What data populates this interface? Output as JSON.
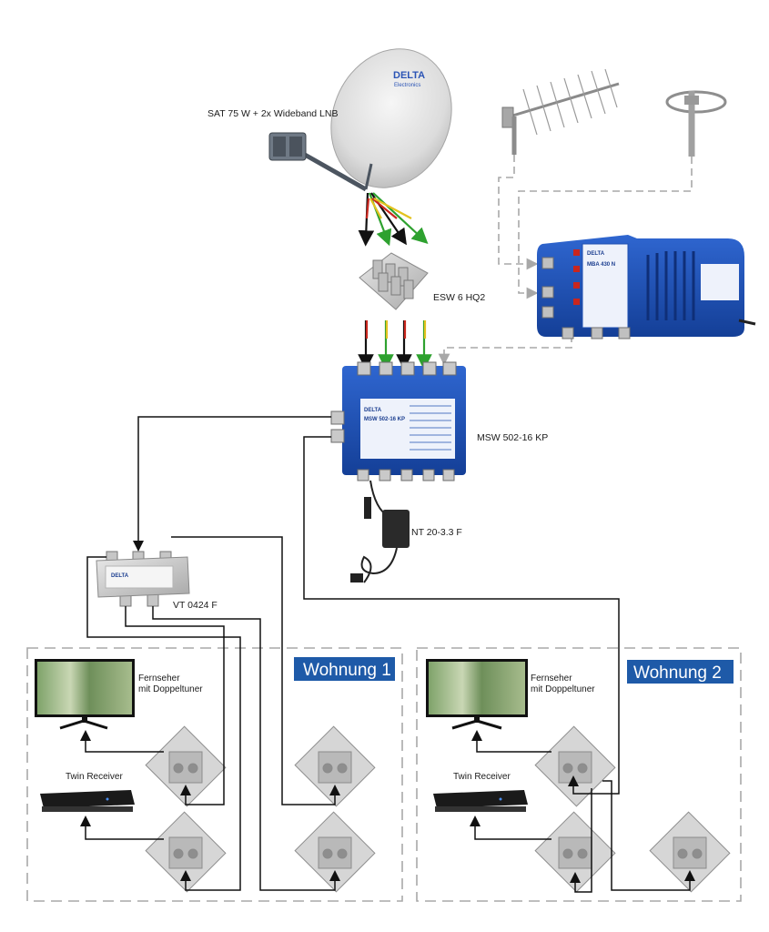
{
  "labels": {
    "dish": "SAT 75 W + 2x Wideband LNB",
    "dish_brand": "DELTA",
    "dish_brand_sub": "Electronics",
    "esw": "ESW 6 HQ2",
    "msw": "MSW 502-16 KP",
    "msw_face_brand": "DELTA",
    "msw_face_model": "MSW 502-16 KP",
    "psu": "NT 20-3.3 F",
    "splitter": "VT 0424 F",
    "splitter_face_brand": "DELTA",
    "amp_face_brand": "DELTA",
    "amp_face_model": "MBA 430 N"
  },
  "apartments": [
    {
      "title": "Wohnung 1",
      "tv": "Fernseher\nmit Doppeltuner",
      "receiver": "Twin Receiver"
    },
    {
      "title": "Wohnung 2",
      "tv": "Fernseher\nmit Doppeltuner",
      "receiver": "Twin Receiver"
    }
  ],
  "colors": {
    "brand_blue": "#1d4fb0",
    "tag_blue": "#1e5aa8",
    "signal_green": "#33a532",
    "signal_red": "#c9261e",
    "signal_yellow": "#e3c21f",
    "dashed_gray": "#aaaaaa",
    "cable": "#111111"
  }
}
